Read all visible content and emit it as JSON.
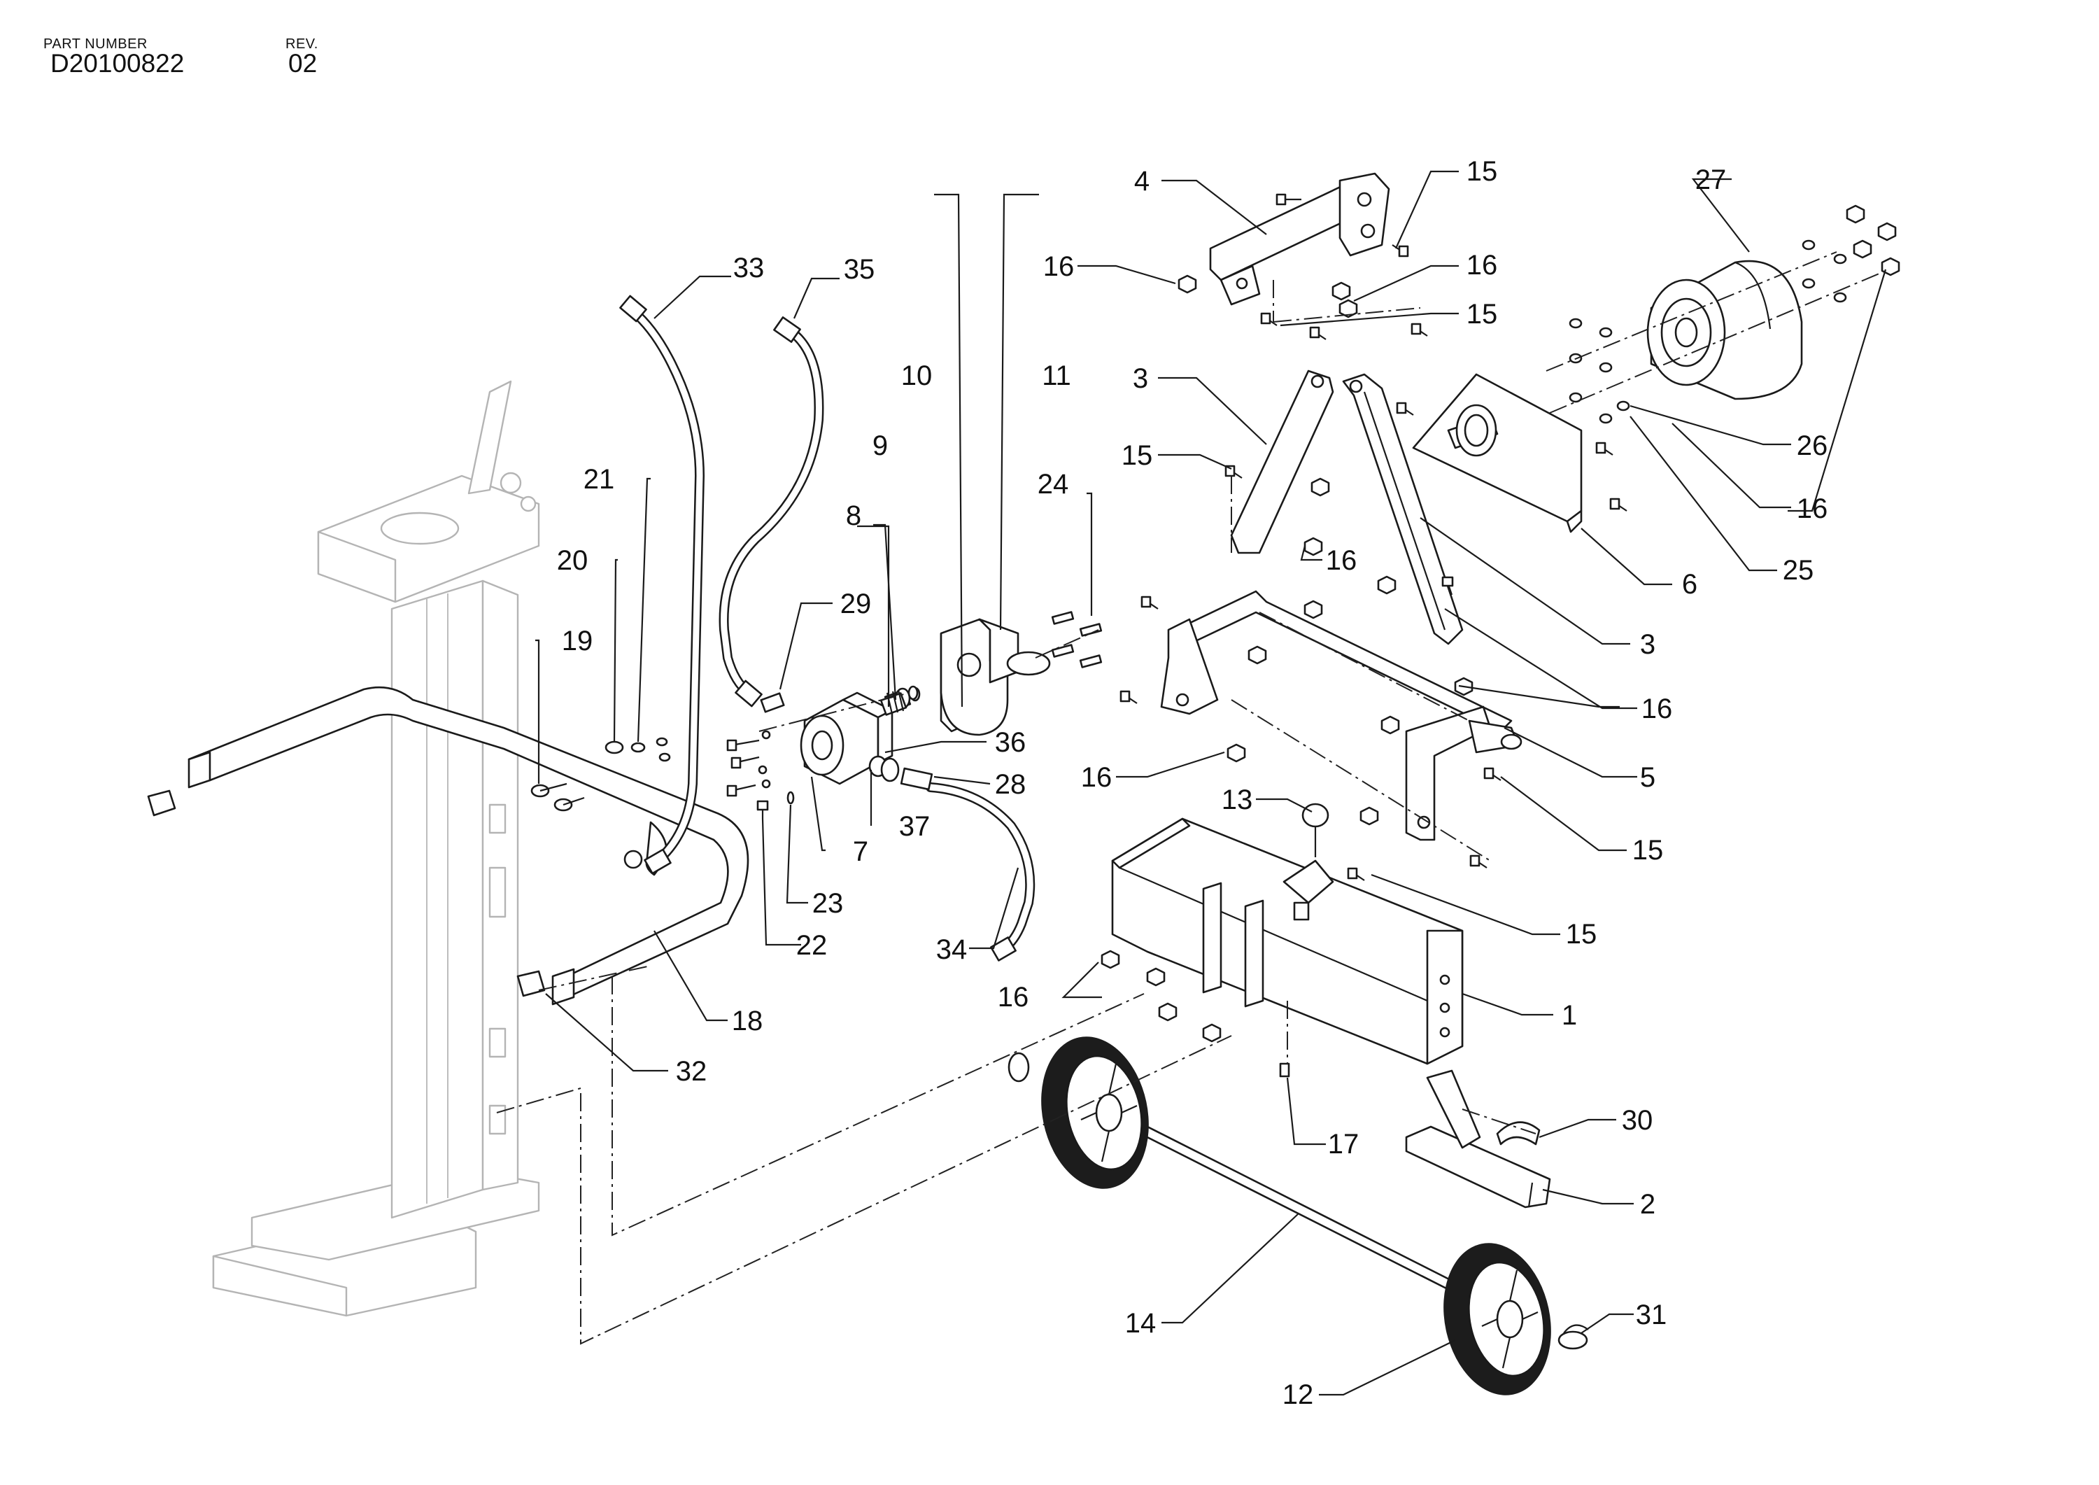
{
  "header": {
    "part_number_label": "PART NUMBER",
    "part_number": "D20100822",
    "rev_label": "REV.",
    "rev": "02"
  },
  "callouts": {
    "c1": "1",
    "c2": "2",
    "c3a": "3",
    "c3b": "3",
    "c4": "4",
    "c5": "5",
    "c6": "6",
    "c7": "7",
    "c8": "8",
    "c9": "9",
    "c10": "10",
    "c11": "11",
    "c12": "12",
    "c13": "13",
    "c14": "14",
    "c15a": "15",
    "c15b": "15",
    "c15c": "15",
    "c15d": "15",
    "c15e": "15",
    "c16a": "16",
    "c16b": "16",
    "c16c": "16",
    "c16d": "16",
    "c16e": "16",
    "c16f": "16",
    "c16g": "16",
    "c17": "17",
    "c18": "18",
    "c19": "19",
    "c20": "20",
    "c21": "21",
    "c22": "22",
    "c23": "23",
    "c24": "24",
    "c25": "25",
    "c26": "26",
    "c27": "27",
    "c28": "28",
    "c29": "29",
    "c30": "30",
    "c31": "31",
    "c32": "32",
    "c33": "33",
    "c34": "34",
    "c35": "35",
    "c36": "36",
    "c37": "37"
  }
}
